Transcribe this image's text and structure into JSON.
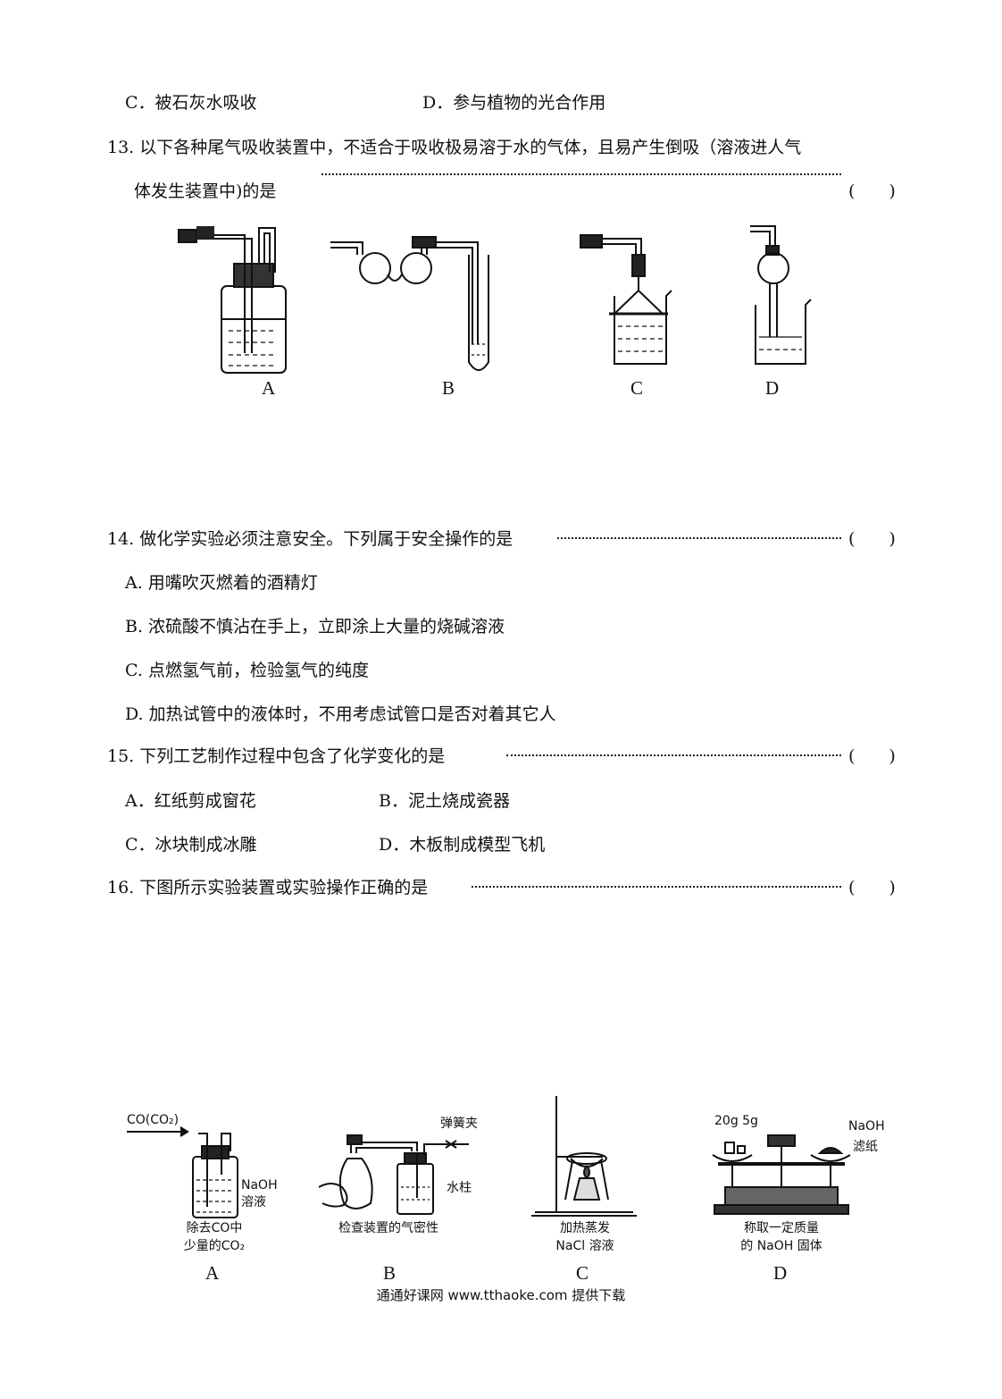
{
  "q12": {
    "opt_c": "C．被石灰水吸收",
    "opt_d": "D．参与植物的光合作用"
  },
  "q13": {
    "line1": "13. 以下各种尾气吸收装置中，不适合于吸收极易溶于水的气体，且易产生倒吸（溶液进人气",
    "line2": "体发生装置中)的是",
    "paren": "(　　)",
    "fig_labels": [
      "A",
      "B",
      "C",
      "D"
    ]
  },
  "q14": {
    "stem": "14. 做化学实验必须注意安全。下列属于安全操作的是",
    "paren": "(　　)",
    "options": [
      "A.  用嘴吹灭燃着的酒精灯",
      "B.  浓硫酸不慎沾在手上，立即涂上大量的烧碱溶液",
      "C.  点燃氢气前，检验氢气的纯度",
      "D.  加热试管中的液体时，不用考虑试管口是否对着其它人"
    ]
  },
  "q15": {
    "stem": "15. 下列工艺制作过程中包含了化学变化的是",
    "paren": "(　　)",
    "opt_a": "A．红纸剪成窗花",
    "opt_b": "B．泥土烧成瓷器",
    "opt_c": "C．冰块制成冰雕",
    "opt_d": "D．木板制成模型飞机"
  },
  "q16": {
    "stem": "16. 下图所示实验装置或实验操作正确的是",
    "paren": "(　　)",
    "fig_a": {
      "gas": "CO(CO₂)",
      "reagent_1": "NaOH",
      "reagent_2": "溶液",
      "caption_1": "除去CO中",
      "caption_2": "少量的CO₂",
      "label": "A"
    },
    "fig_b": {
      "clamp": "弹簧夹",
      "water": "水柱",
      "caption": "检查装置的气密性",
      "label": "B"
    },
    "fig_c": {
      "caption_1": "加热蒸发",
      "caption_2": "NaCl 溶液",
      "label": "C"
    },
    "fig_d": {
      "weights": "20g 5g",
      "reagent": "NaOH",
      "paper": "滤纸",
      "caption_1": "称取一定质量",
      "caption_2": "的 NaOH 固体",
      "label": "D"
    }
  },
  "footer": "通通好课网 www.tthaoke.com 提供下载"
}
